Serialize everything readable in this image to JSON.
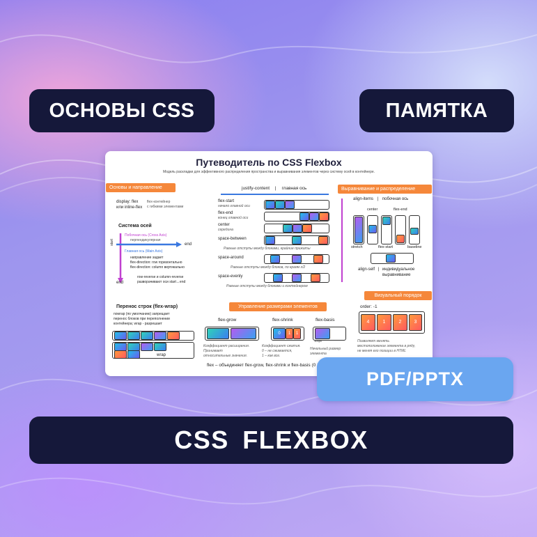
{
  "promo": {
    "top_left_label": "ОСНОВЫ CSS",
    "top_right_label": "ПАМЯТКА",
    "format_label": "PDF/PPTX",
    "bottom_title": "CSS  FLEXBOX"
  },
  "sheet": {
    "title": "Путеводитель по CSS Flexbox",
    "subtitle": "Модель раскладки для эффективного распределения пространства и выравнивания элементов через систему осей в контейнере.",
    "basics": {
      "header": "Основы и направление",
      "display_code": "display: flex",
      "display_code2": "или inline-flex",
      "display_desc1": "flex-контейнер",
      "display_desc2": "с гибкими элементами",
      "axes_title": "Система осей",
      "cross_axis": "Побочная ось (Cross Axis)",
      "cross_desc": "перпендикулярная",
      "main_axis": "Главная ось (Main Axis)",
      "start": "start",
      "end": "end",
      "end_bottom": "end",
      "dir1": "направление задает",
      "dir2": "flex-direction: row горизонтально",
      "dir3": "flex-direction: column вертикально",
      "rev1": "row-reverse и column-reverse",
      "rev2": "разворачивают оси start↔end"
    },
    "wrap": {
      "header": "Перенос строк (flex-wrap)",
      "l1": "nowrap (по умолчанию) запрещает",
      "l2": "перенос блоков при переполнении",
      "l3": "контейнера; wrap - разрешает",
      "wrap_label": "wrap"
    },
    "justify": {
      "header_left": "justify-content",
      "header_sep": "|",
      "header_right": "главная ось",
      "flex_start": "flex-start",
      "flex_start_desc": "начало главной оси",
      "flex_end": "flex-end",
      "flex_end_desc": "конец главной оси",
      "center": "center",
      "center_desc": "середина",
      "between": "space-between",
      "between_desc": "Равные отступы между блоками, крайние прижаты",
      "around": "space-around",
      "around_desc": "Равные отступы между блоков, по краям x/2",
      "evenly": "space-evenly",
      "evenly_desc": "Равные отступы между блоками и контейнером"
    },
    "sizing": {
      "header": "Управление размерами элементов",
      "grow": "flex-grow",
      "grow_desc1": "Коэффициент расширения.",
      "grow_desc2": "Принимает",
      "grow_desc3": "относительные значения.",
      "shrink": "flex-shrink",
      "shrink_vals": [
        "0",
        "1",
        "1"
      ],
      "shrink_desc1": "Коэффициент сжатия.",
      "shrink_desc2": "0 – не сжимается,",
      "shrink_desc3": "1 – как все.",
      "basis": "flex-basis",
      "basis_val": "100px",
      "basis_desc1": "Начальный размер",
      "basis_desc2": "элемента",
      "shorthand": "flex – объединяет flex-grow, flex-shrink и flex-basis (0 1 auto)"
    },
    "align": {
      "header": "Выравнивание и распределение",
      "items_label": "align-items",
      "items_sep": "|",
      "items_axis": "побочная ось",
      "center": "center",
      "flex_end": "flex-end",
      "stretch": "stretch",
      "flex_start": "flex-start",
      "baseline": "baseline",
      "self_label": "align-self",
      "self_sep": "|",
      "self_desc1": "индивидуальное",
      "self_desc2": "выравнивание"
    },
    "order": {
      "header": "Визуальный порядок",
      "label": "order: -1",
      "items": [
        "4",
        "1",
        "2",
        "3"
      ],
      "desc1": "Позволяет менять",
      "desc2": "местоположение элемента в ряду,",
      "desc3": "не меняя его позиции в HTML"
    }
  },
  "colors": {
    "navy": "#15183a",
    "pdf_blue": "#6aa6f0",
    "section_orange": "#f5873a",
    "cross_axis_purple": "#c040d0",
    "main_axis_blue": "#3a78e0"
  }
}
